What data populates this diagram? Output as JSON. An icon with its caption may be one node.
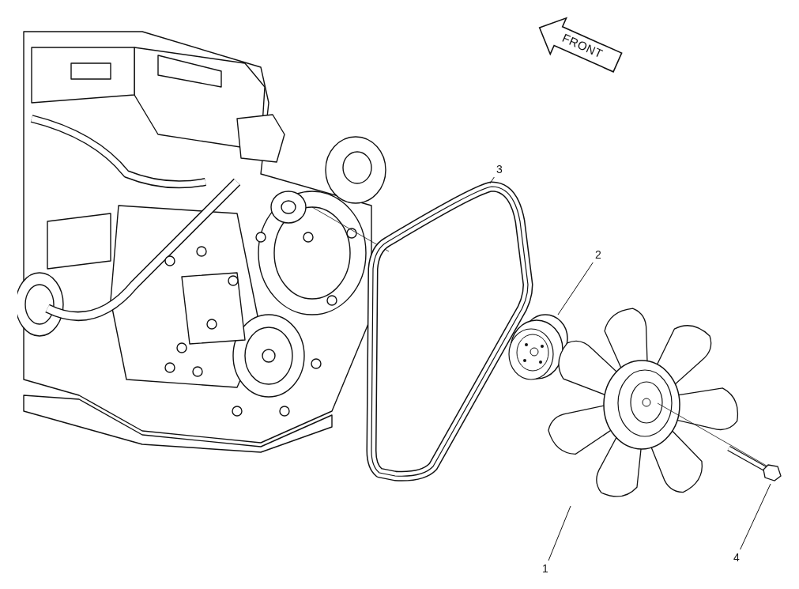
{
  "diagram": {
    "nodes": [
      {
        "text": [
          "3"
        ]
      },
      {
        "text": [],
        "shape": "picture"
      },
      {
        "text": [
          "2"
        ]
      },
      {
        "text": [],
        "shape": "picture"
      },
      {
        "text": [],
        "shape": "picture"
      },
      {
        "text": [],
        "shape": "picture"
      },
      {
        "text": [
          "1"
        ]
      },
      {
        "text": [
          "4"
        ]
      }
    ],
    "edges": [
      {
        "from": 0,
        "to": 1,
        "arrow": "none"
      },
      {
        "from": 2,
        "to": 3,
        "arrow": "none"
      },
      {
        "from": 6,
        "to": 4,
        "arrow": "none"
      },
      {
        "from": 7,
        "to": 5,
        "arrow": "none"
      }
    ],
    "labels": [
      "FRONT"
    ]
  }
}
